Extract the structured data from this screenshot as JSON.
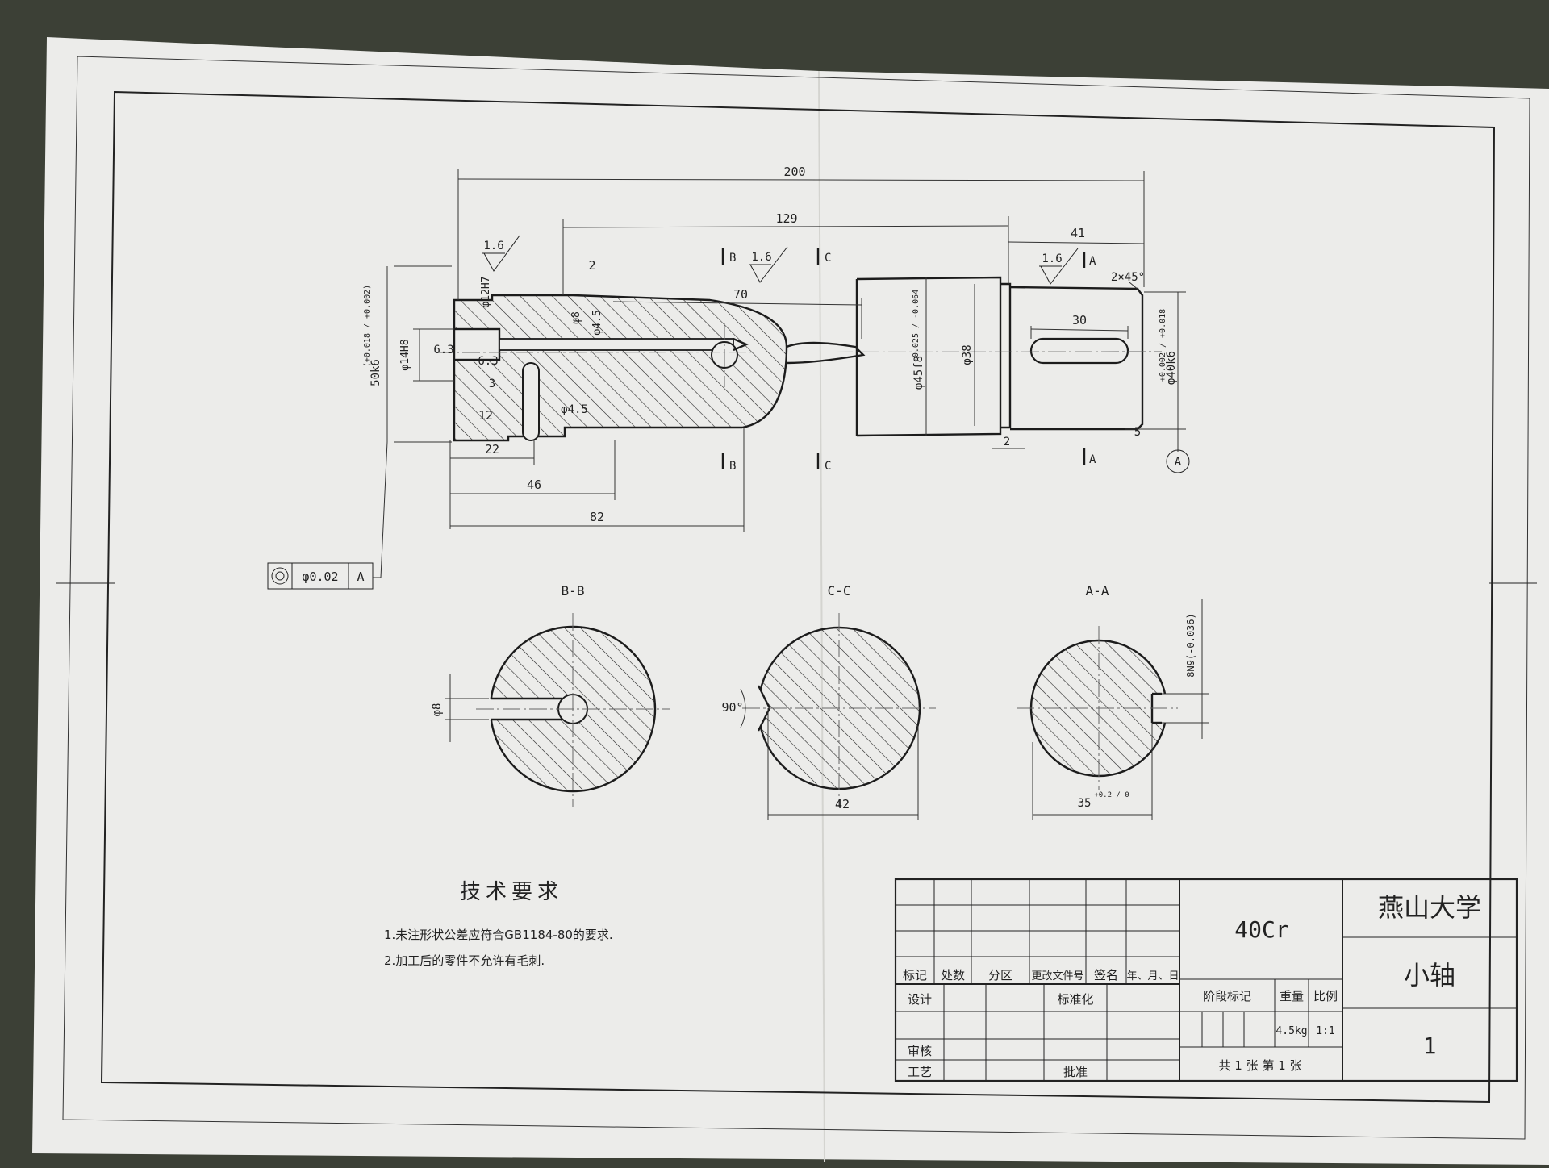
{
  "drawing": {
    "dims": {
      "total_length": "200",
      "length_129": "129",
      "length_41": "41",
      "length_70": "70",
      "length_30": "30",
      "length_22": "22",
      "length_46": "46",
      "length_82": "82",
      "length_12": "12",
      "step_2_top": "2",
      "step_2_bottom": "2",
      "step_3": "3",
      "step_5": "5",
      "dim_6_3_left": "6.3",
      "dim_6_3_right": "6.3",
      "phi_12H7": "φ12H7",
      "phi_8": "φ8",
      "phi_4_5_top": "φ4.5",
      "phi_4_5_bottom": "φ4.5",
      "phi_14H8": "φ14H8",
      "dia_50k6": "50k6",
      "dia_50k6_tol": "(+0.018 / +0.002)",
      "dia_45f8": "φ45f8",
      "dia_45f8_tol": "-0.025 / -0.064",
      "dia_38": "φ38",
      "dia_40k6": "φ40k6",
      "dia_40k6_tol": "+0.002 / +0.018",
      "chamfer": "2×45°"
    },
    "roughness": {
      "r1": "1.6",
      "r2": "1.6",
      "r3": "1.6"
    },
    "section_marks": {
      "b": "B",
      "c": "C",
      "a": "A"
    },
    "datum": "A",
    "tolerance_frame": {
      "symbol": "◎",
      "value": "φ0.02",
      "datum": "A"
    },
    "sections": {
      "bb": {
        "title": "B-B",
        "dim_phi8": "φ8"
      },
      "cc": {
        "title": "C-C",
        "angle": "90°",
        "width": "42"
      },
      "aa": {
        "title": "A-A",
        "keyway": "8N9(-0.036)",
        "depth": "35",
        "depth_tol": "+0.2 / 0"
      }
    }
  },
  "tech_requirements": {
    "heading": "技术要求",
    "items": [
      "1.未注形状公差应符合GB1184-80的要求.",
      "2.加工后的零件不允许有毛刺."
    ]
  },
  "title_block": {
    "material": "40Cr",
    "school": "燕山大学",
    "part_name": "小轴",
    "drawing_no": "1",
    "rev_headers": [
      "标记",
      "处数",
      "分区",
      "更改文件号",
      "签名",
      "年、月、日"
    ],
    "design": "设计",
    "standardize": "标准化",
    "review": "审核",
    "process": "工艺",
    "approve": "批准",
    "stage_mark": "阶段标记",
    "weight_label": "重量",
    "scale_label": "比例",
    "weight": "4.5kg",
    "scale": "1:1",
    "sheets": "共 1 张  第 1 张"
  },
  "colors": {
    "paper": "#ececea",
    "ink": "#222222",
    "background": "#3c4036"
  }
}
